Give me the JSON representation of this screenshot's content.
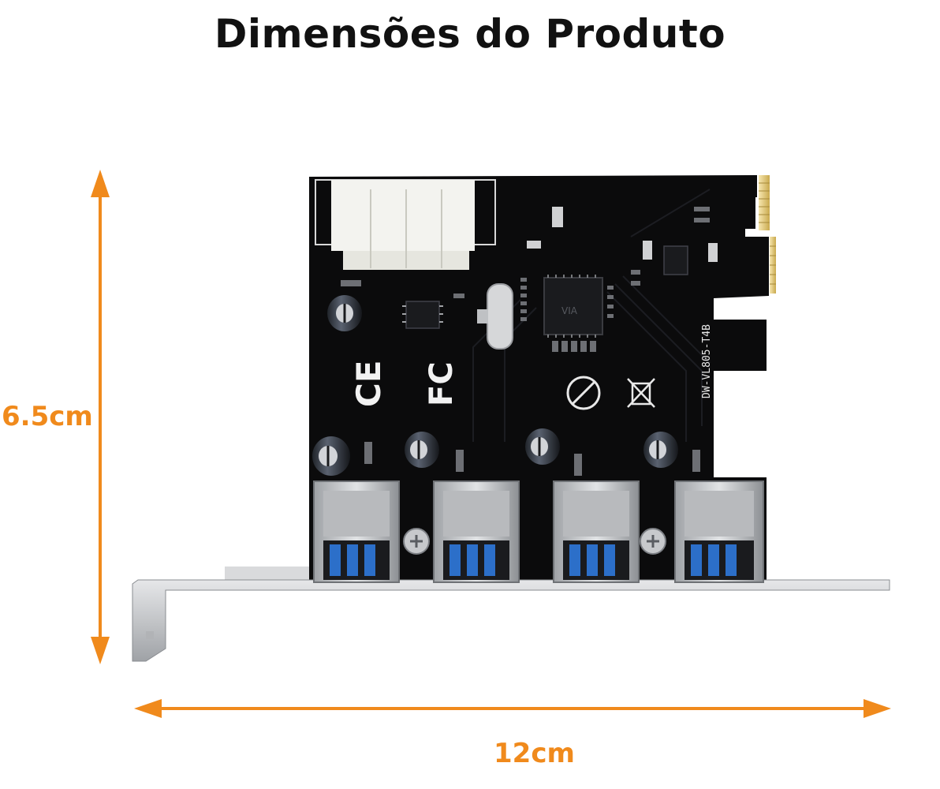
{
  "title": "Dimensões do Produto",
  "dimensions": {
    "height_label": "6.5cm",
    "width_label": "12cm"
  },
  "product": {
    "board_markings": {
      "ce": "CE",
      "fc": "FC",
      "model": "DW-VL805-T4B"
    }
  },
  "colors": {
    "arrow": "#f08a1c",
    "pcb": "#0b0b0c",
    "usb_blue": "#2c6fc9",
    "bracket": "#c8c9cb"
  }
}
